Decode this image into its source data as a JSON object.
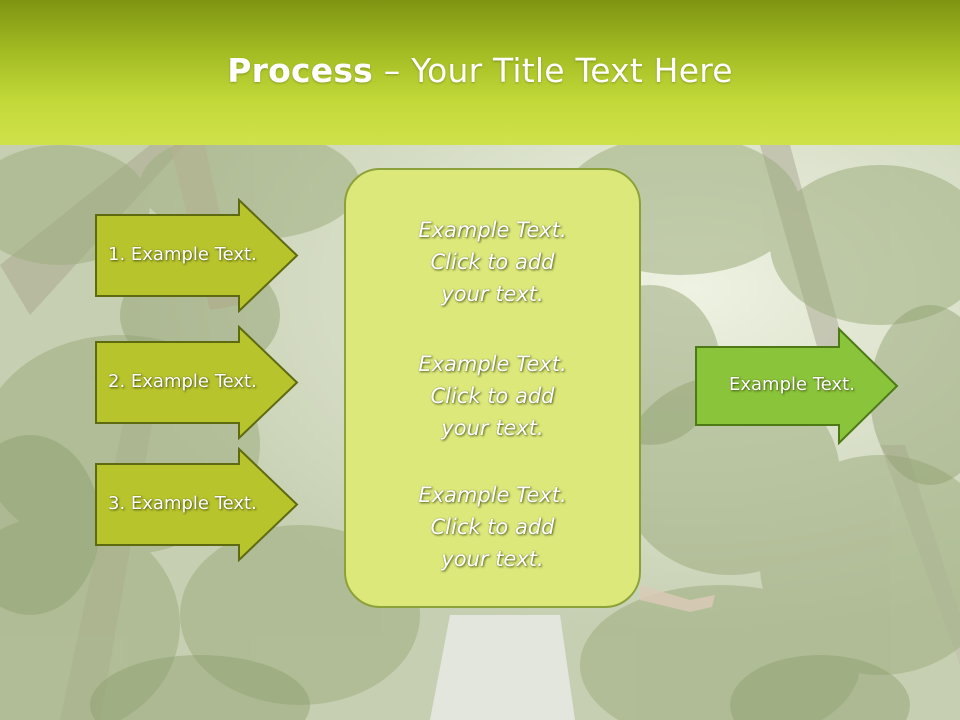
{
  "slide": {
    "title_bold": "Process",
    "title_rest": " – Your Title Text Here"
  },
  "left_arrows": [
    {
      "label": "1. Example Text."
    },
    {
      "label": "2. Example Text."
    },
    {
      "label": "3. Example Text."
    }
  ],
  "center_panel": {
    "blocks": [
      {
        "line1": "Example Text.",
        "line2": "Click  to add",
        "line3": "your text."
      },
      {
        "line1": "Example Text.",
        "line2": "Click  to add",
        "line3": "your text."
      },
      {
        "line1": "Example Text.",
        "line2": "Click  to add",
        "line3": "your text."
      }
    ]
  },
  "right_arrow": {
    "label": "Example Text."
  },
  "colors": {
    "header_top": "#7e9412",
    "header_bottom": "#cfe24a",
    "left_arrow_fill": "#b8c42c",
    "left_arrow_border": "#5e6a10",
    "right_arrow_fill": "#8ac43a",
    "right_arrow_border": "#4d7a16",
    "panel_fill": "#dce87a",
    "panel_border": "#8da13a"
  }
}
